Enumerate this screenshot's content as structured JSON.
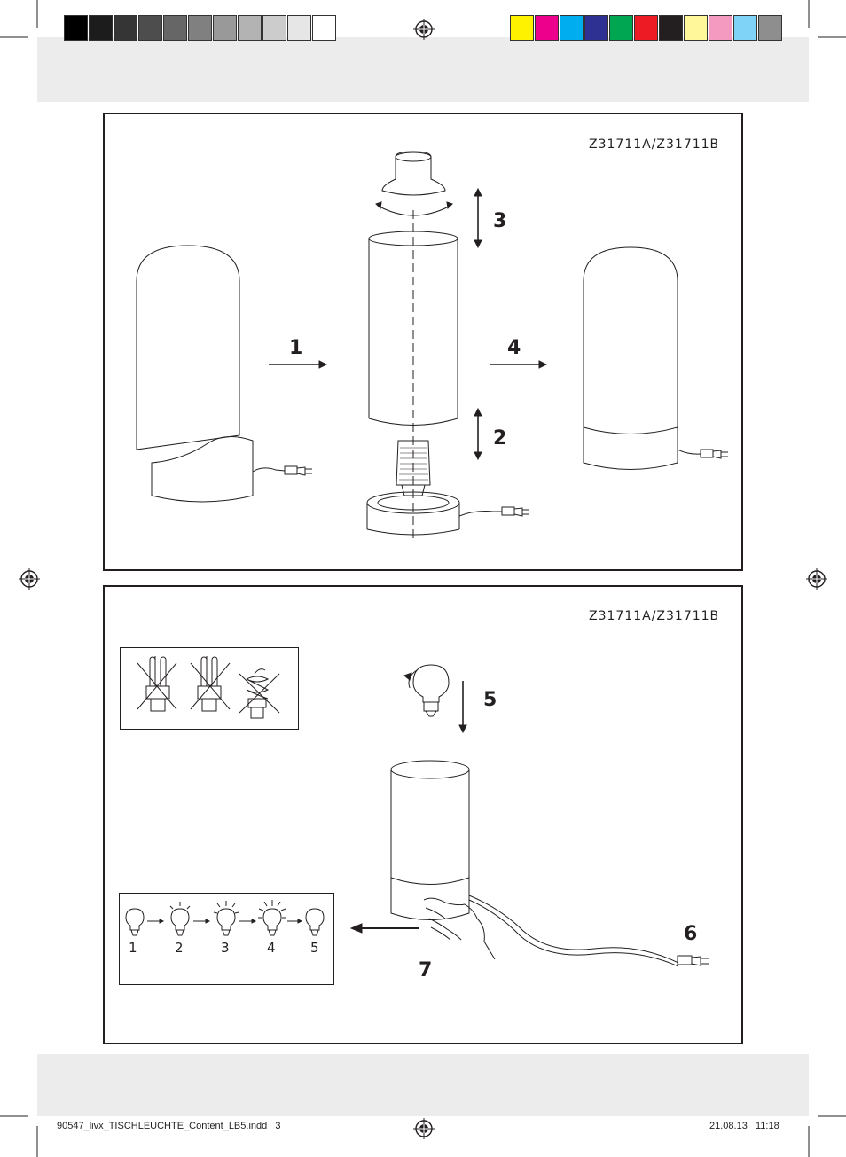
{
  "colors": {
    "gray_bar": [
      "#000000",
      "#1c1c1c",
      "#353535",
      "#4d4d4d",
      "#666666",
      "#808080",
      "#999999",
      "#b3b3b3",
      "#cccccc",
      "#e6e6e6",
      "#ffffff"
    ],
    "color_bar": [
      "#fff200",
      "#ec008c",
      "#00aeef",
      "#2e3192",
      "#00a651",
      "#ed1c24",
      "#231f20",
      "#fff799",
      "#f49ac1",
      "#7fd3f7",
      "#8e8e8e"
    ],
    "band": "#ececec",
    "ink": "#231f20"
  },
  "panel_top": {
    "model": "Z31711A/Z31711B",
    "steps": {
      "s1": "1",
      "s2": "2",
      "s3": "3",
      "s4": "4"
    }
  },
  "panel_bottom": {
    "model": "Z31711A/Z31711B",
    "steps": {
      "s5": "5",
      "s6": "6",
      "s7": "7"
    },
    "brightness_levels": [
      "1",
      "2",
      "3",
      "4",
      "5"
    ]
  },
  "footer": {
    "file": "90547_livx_TISCHLEUCHTE_Content_LB5.indd   3",
    "date": "21.08.13   11:18"
  },
  "icons": [
    "registration-mark-icon",
    "no-energy-saving-bulb-icon",
    "bulb-icon",
    "hand-icon",
    "plug-icon"
  ]
}
